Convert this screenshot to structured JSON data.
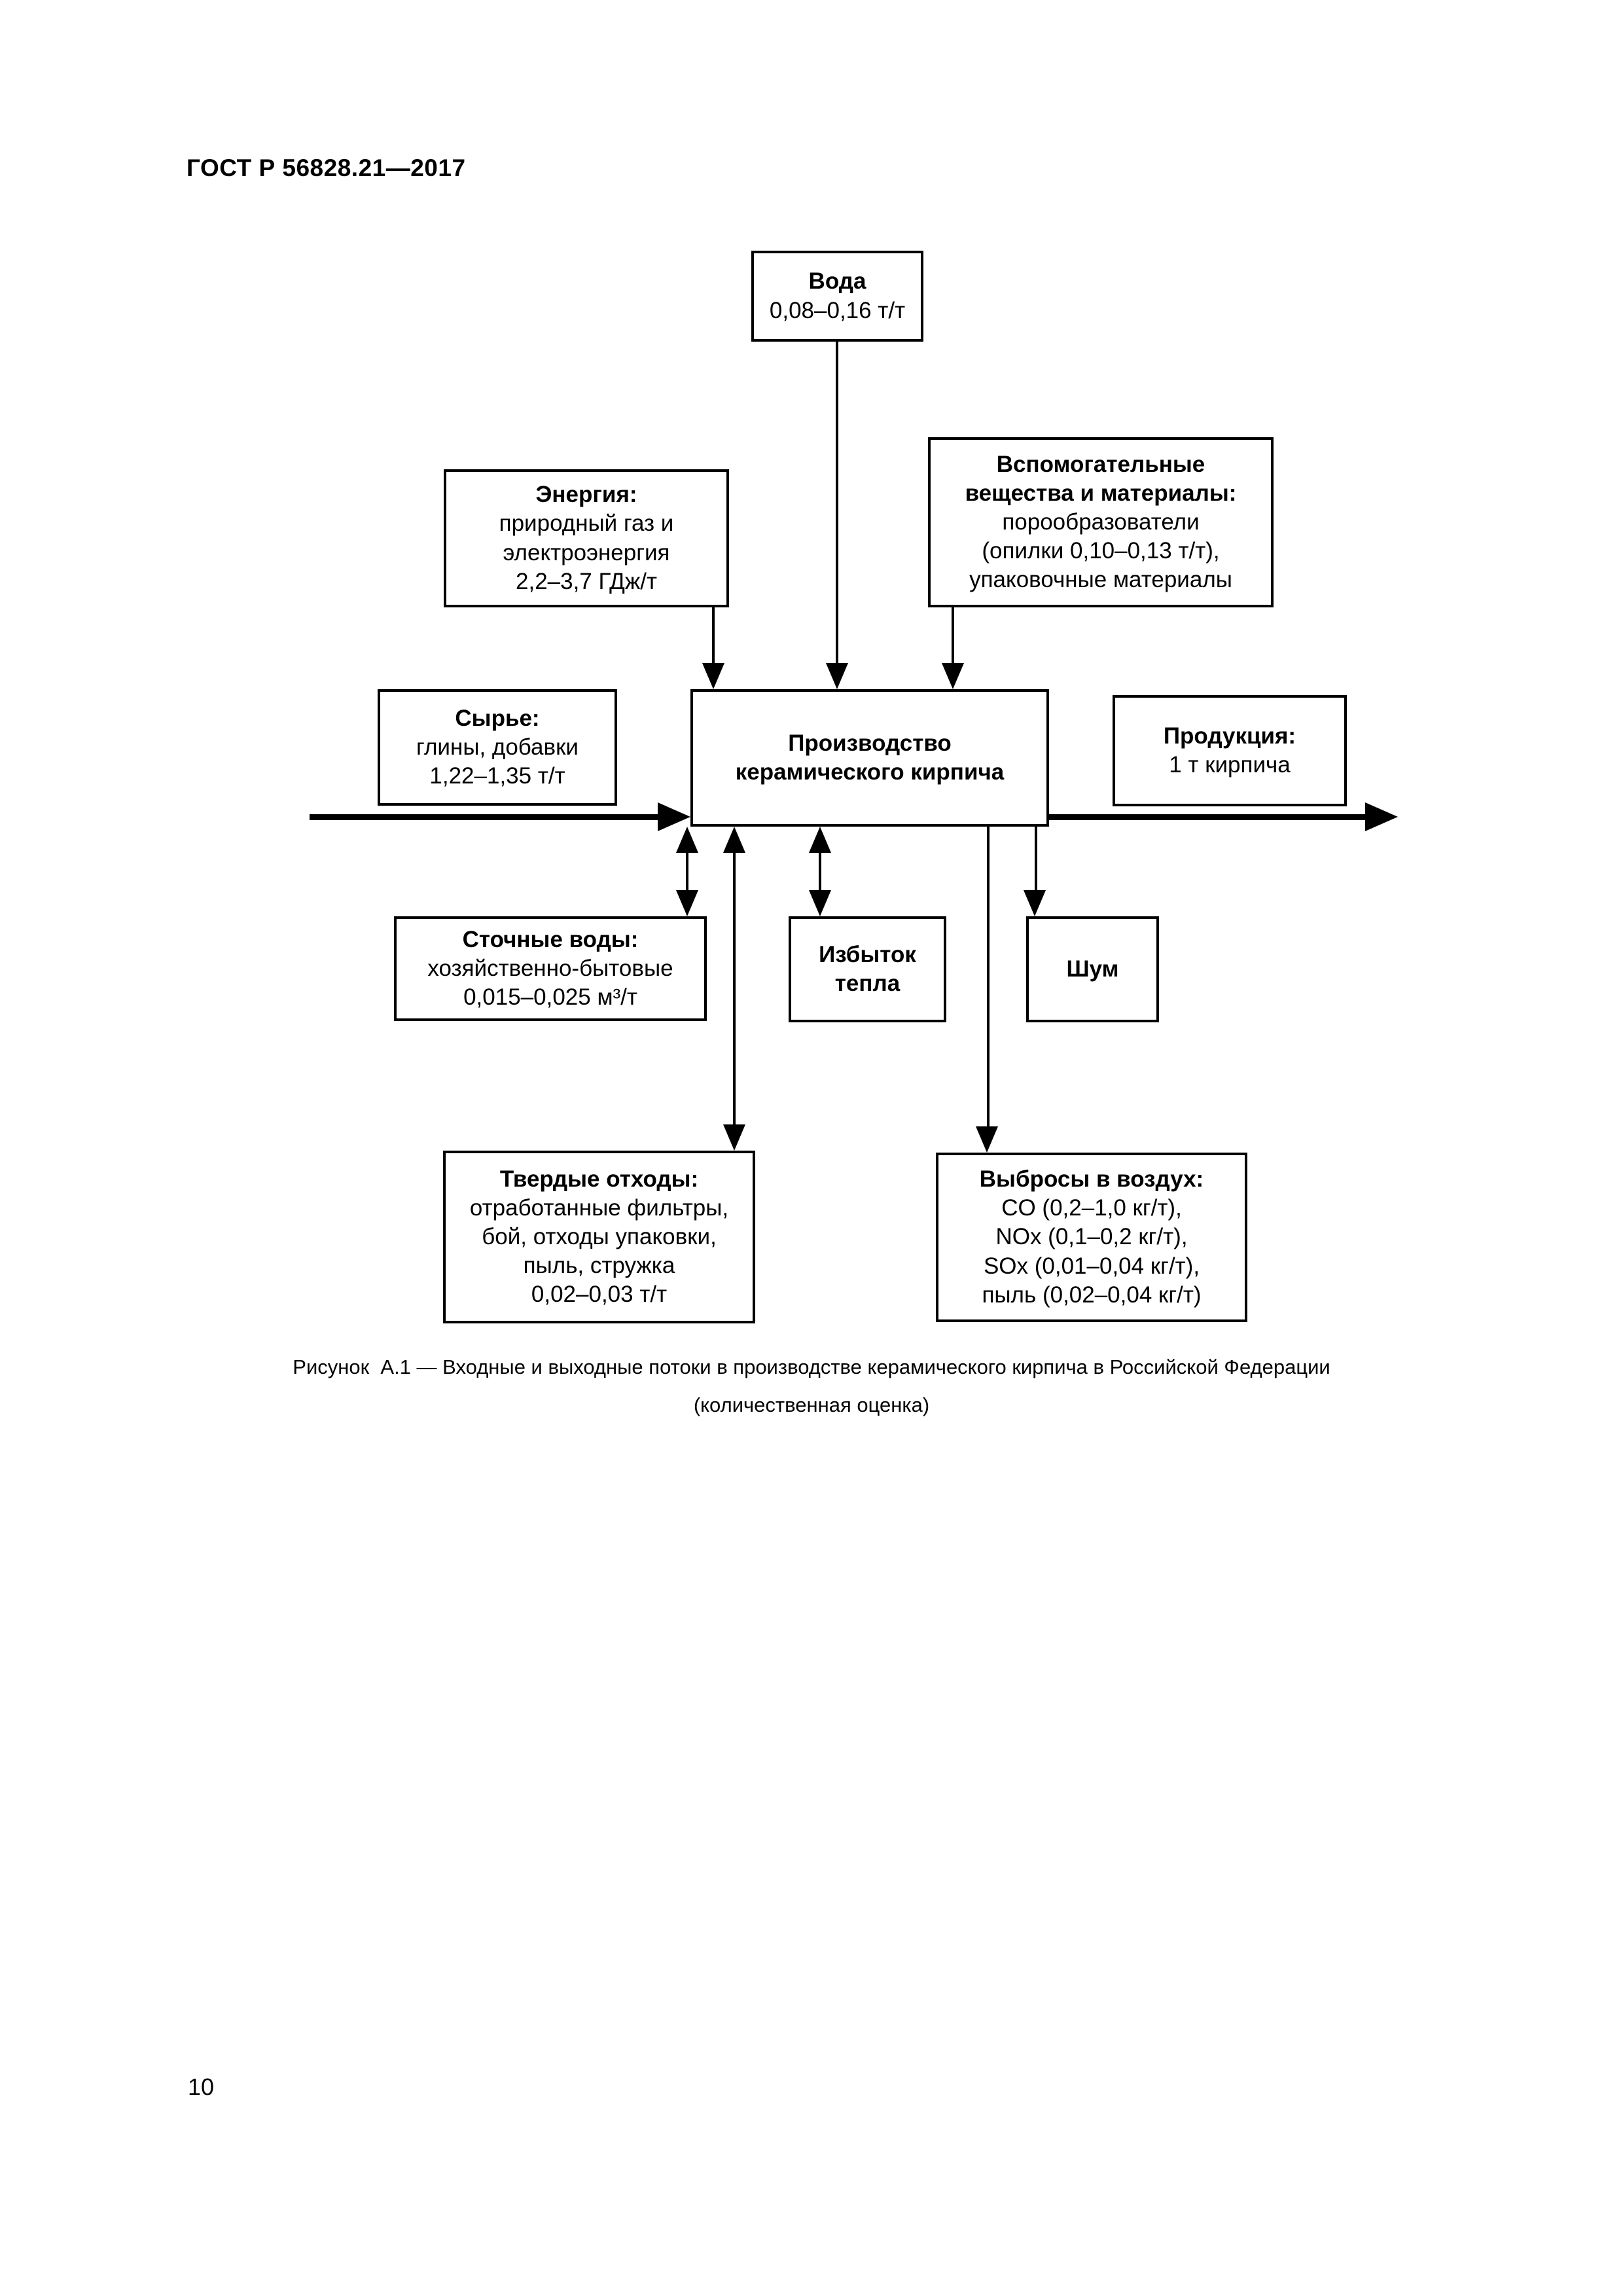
{
  "page": {
    "header": "ГОСТ Р 56828.21—2017",
    "page_number": "10",
    "caption_line1": "Рисунок  А.1 — Входные и выходные потоки в производстве керамического кирпича в Российской Федерации",
    "caption_line2": "(количественная оценка)"
  },
  "diagram": {
    "colors": {
      "line": "#000000",
      "background": "#ffffff",
      "text": "#000000"
    },
    "nodes": {
      "water": {
        "title": "Вода",
        "lines": [
          "0,08–0,16 т/т"
        ]
      },
      "energy": {
        "title": "Энергия:",
        "lines": [
          "природный газ и",
          "электроэнергия",
          "2,2–3,7 ГДж/т"
        ]
      },
      "auxiliary": {
        "title_line1": "Вспомогательные",
        "title_line2": "вещества и материалы:",
        "lines": [
          "порообразователи",
          "(опилки 0,10–0,13 т/т),",
          "упаковочные материалы"
        ]
      },
      "raw_materials": {
        "title": "Сырье:",
        "lines": [
          "глины, добавки",
          "1,22–1,35 т/т"
        ]
      },
      "production": {
        "title_line1": "Производство",
        "title_line2": "керамического кирпича"
      },
      "product": {
        "title": "Продукция:",
        "lines": [
          "1 т кирпича"
        ]
      },
      "wastewater": {
        "title": "Сточные воды:",
        "lines": [
          "хозяйственно-бытовые",
          "0,015–0,025 м³/т"
        ]
      },
      "excess_heat": {
        "title_line1": "Избыток",
        "title_line2": "тепла"
      },
      "noise": {
        "title": "Шум"
      },
      "solid_waste": {
        "title": "Твердые отходы:",
        "lines": [
          "отработанные фильтры,",
          "бой, отходы упаковки,",
          "пыль, стружка",
          "0,02–0,03 т/т"
        ]
      },
      "air_emissions": {
        "title": "Выбросы в воздух:",
        "lines": [
          "CO (0,2–1,0 кг/т),",
          "NOx (0,1–0,2 кг/т),",
          "SOx (0,01–0,04 кг/т),",
          "пыль (0,02–0,04 кг/т)"
        ]
      }
    }
  }
}
